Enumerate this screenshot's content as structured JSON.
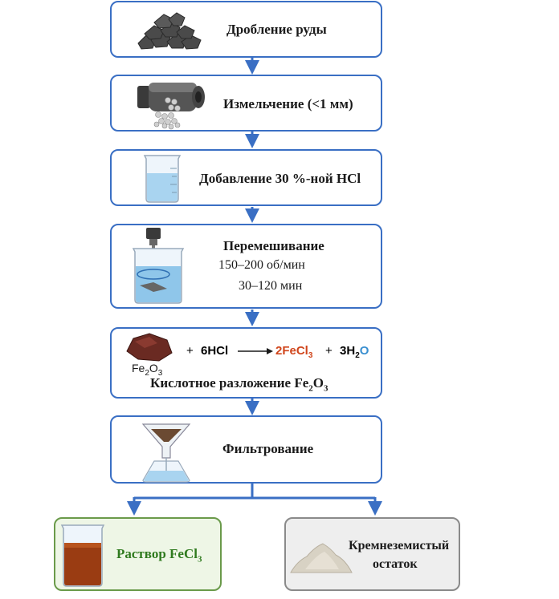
{
  "steps": {
    "crushing": "Дробление руды",
    "grinding": "Измельчение (<1 мм)",
    "acid": "Добавление 30 %-ной HCl",
    "stirring_title": "Перемешивание",
    "stirring_speed": "150–200 об/мин",
    "stirring_time": "30–120 мин",
    "decomp_prefix": "Кислотное разложение Fe",
    "decomp_sub2": "2",
    "decomp_o": "O",
    "decomp_sub3": "3",
    "filtering": "Фильтрование"
  },
  "reaction": {
    "fe": "Fe",
    "fe_sub": "2",
    "o": "O",
    "o_sub": "3",
    "plus1": "+",
    "hcl": "6HCl",
    "product1": "2FeCl",
    "product1_sub": "3",
    "plus2": "+",
    "product2_a": "3H",
    "product2_sub": "2",
    "product2_b": "O"
  },
  "outputs": {
    "solution_prefix": "Раствор FeCl",
    "solution_sub": "3",
    "residue_line1": "Кремнеземистый",
    "residue_line2": "остаток"
  },
  "colors": {
    "border": "#3a6fc4",
    "arrow": "#3a6fc4",
    "solution_border": "#6a9a4a",
    "solution_text": "#2f7a1e",
    "residue_border": "#8a8a8a",
    "product1": "#d0451b",
    "water_o": "#3a8fd0"
  }
}
